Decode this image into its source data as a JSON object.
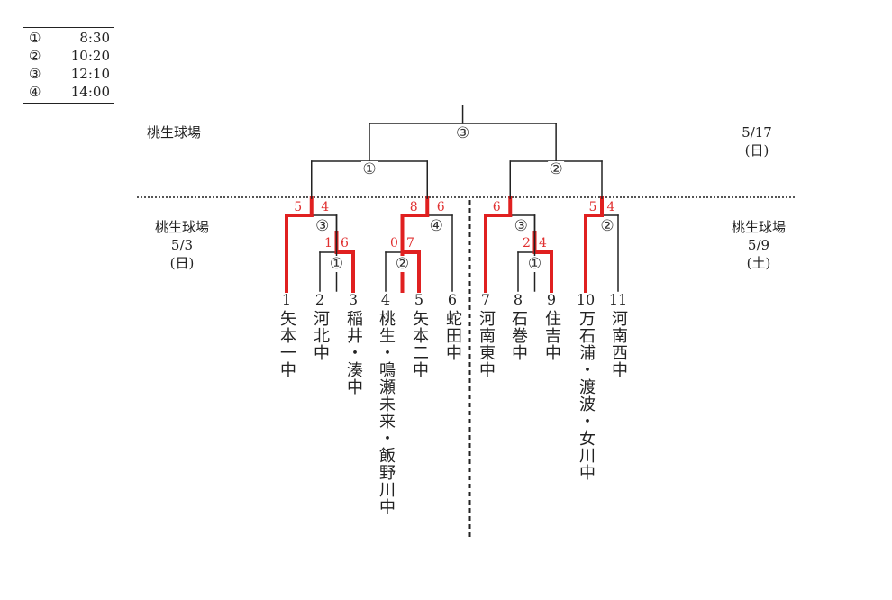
{
  "schedule": [
    {
      "mark": "①",
      "time": "8:30"
    },
    {
      "mark": "②",
      "time": "10:20"
    },
    {
      "mark": "③",
      "time": "12:10"
    },
    {
      "mark": "④",
      "time": "14:00"
    }
  ],
  "venues": {
    "top_left": "桃生球場",
    "top_right_date": "5/17",
    "top_right_day": "(日)",
    "mid_left_name": "桃生球場",
    "mid_left_date": "5/3",
    "mid_left_day": "(日)",
    "mid_right_name": "桃生球場",
    "mid_right_date": "5/9",
    "mid_right_day": "(土)"
  },
  "teams": [
    {
      "num": "1",
      "name": "矢本一中"
    },
    {
      "num": "2",
      "name": "河北中"
    },
    {
      "num": "3",
      "name": "稲井・湊中"
    },
    {
      "num": "4",
      "name": "桃生・鳴瀬未来・飯野川中"
    },
    {
      "num": "5",
      "name": "矢本二中"
    },
    {
      "num": "6",
      "name": "蛇田中"
    },
    {
      "num": "7",
      "name": "河南東中"
    },
    {
      "num": "8",
      "name": "石巻中"
    },
    {
      "num": "9",
      "name": "住吉中"
    },
    {
      "num": "10",
      "name": "万石浦・渡波・女川中"
    },
    {
      "num": "11",
      "name": "河南西中"
    }
  ],
  "games": [
    {
      "id": "g1",
      "mark": "①",
      "left_score": "1",
      "right_score": "6"
    },
    {
      "id": "g2",
      "mark": "②",
      "left_score": "0",
      "right_score": "7"
    },
    {
      "id": "g3",
      "mark": "③",
      "left_score": "5",
      "right_score": "4"
    },
    {
      "id": "g4",
      "mark": "④",
      "left_score": "8",
      "right_score": "6"
    },
    {
      "id": "g5",
      "mark": "①",
      "left_score": "2",
      "right_score": "4"
    },
    {
      "id": "g6",
      "mark": "③",
      "left_score": "6",
      "right_score": ""
    },
    {
      "id": "g7",
      "mark": "②",
      "left_score": "5",
      "right_score": "4"
    },
    {
      "id": "semi1",
      "mark": "①"
    },
    {
      "id": "semi2",
      "mark": "②"
    },
    {
      "id": "final",
      "mark": "③"
    }
  ],
  "colors": {
    "line": "#222222",
    "winner_line": "#e02020",
    "score": "#e03030"
  }
}
